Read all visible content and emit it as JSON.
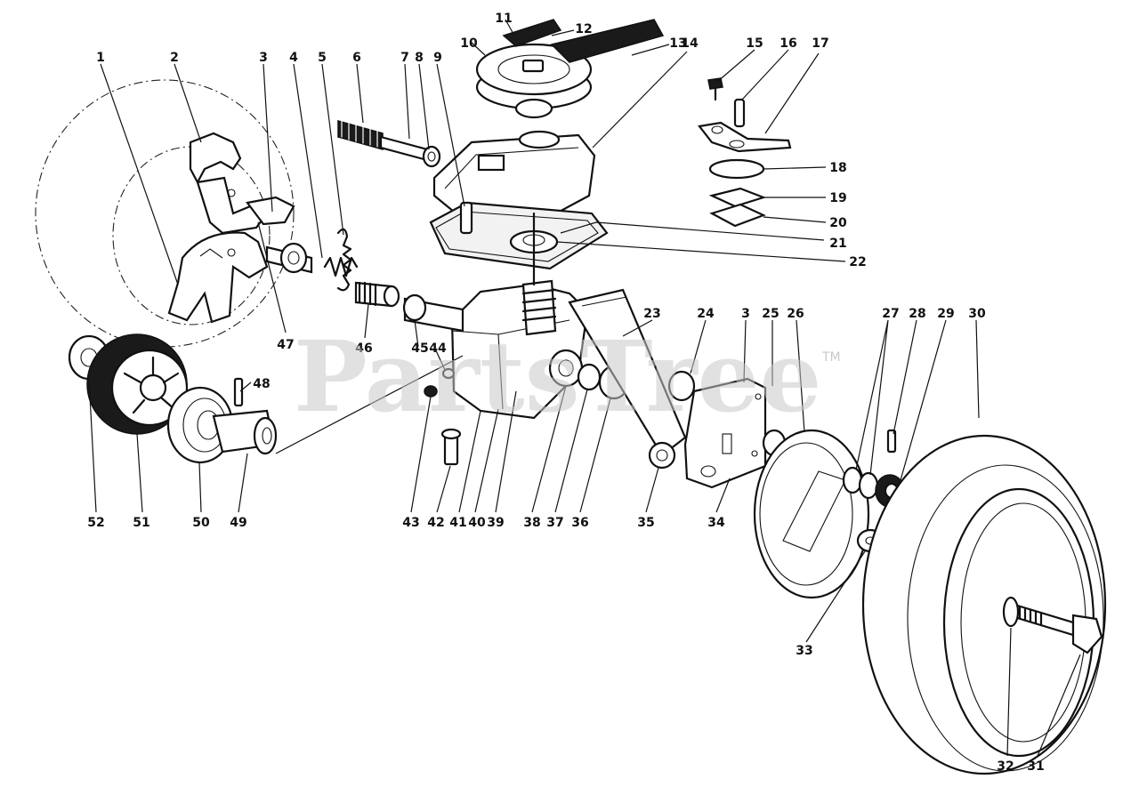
{
  "watermark": {
    "text": "PartsTree",
    "trademark": "TM"
  },
  "callouts": {
    "c1": "1",
    "c2": "2",
    "c3a": "3",
    "c4": "4",
    "c5": "5",
    "c6": "6",
    "c7": "7",
    "c8": "8",
    "c9": "9",
    "c10": "10",
    "c11": "11",
    "c12": "12",
    "c13": "13",
    "c14": "14",
    "c15": "15",
    "c16": "16",
    "c17": "17",
    "c18": "18",
    "c19": "19",
    "c20": "20",
    "c21": "21",
    "c22": "22",
    "c23": "23",
    "c24": "24",
    "c3b": "3",
    "c25": "25",
    "c26": "26",
    "c27": "27",
    "c28": "28",
    "c29": "29",
    "c30": "30",
    "c31": "31",
    "c32": "32",
    "c33": "33",
    "c34": "34",
    "c35": "35",
    "c36": "36",
    "c37": "37",
    "c38": "38",
    "c39": "39",
    "c40": "40",
    "c41": "41",
    "c42": "42",
    "c43": "43",
    "c44": "44",
    "c45": "45",
    "c46": "46",
    "c47": "47",
    "c48": "48",
    "c49": "49",
    "c50": "50",
    "c51": "51",
    "c52": "52"
  }
}
